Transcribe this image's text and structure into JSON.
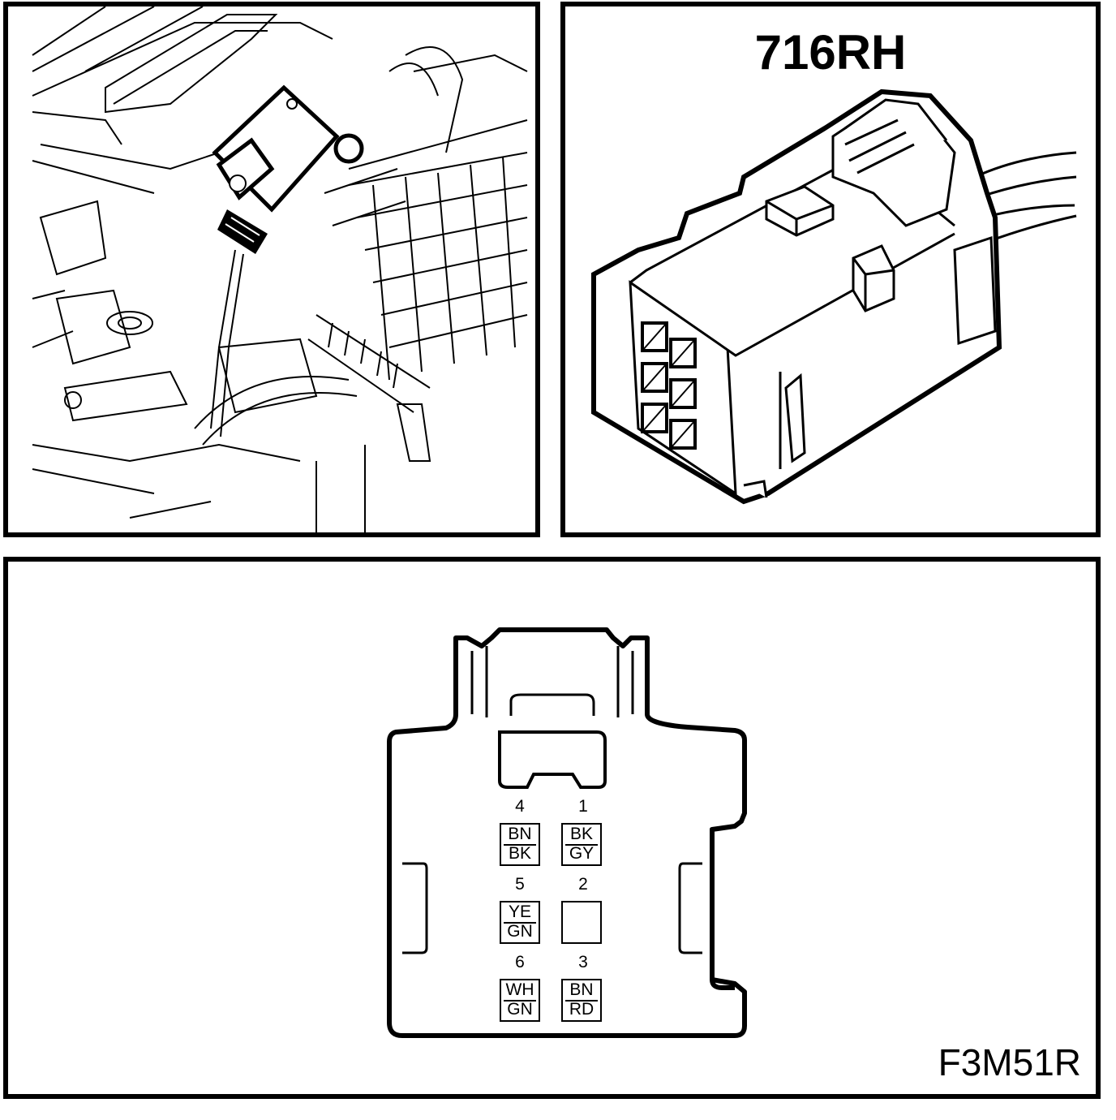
{
  "connector": {
    "name": "716RH",
    "figure_id": "F3M51R"
  },
  "pins": {
    "p4": {
      "number": "4",
      "wire_top": "BN",
      "wire_bottom": "BK"
    },
    "p1": {
      "number": "1",
      "wire_top": "BK",
      "wire_bottom": "GY"
    },
    "p5": {
      "number": "5",
      "wire_top": "YE",
      "wire_bottom": "GN"
    },
    "p2": {
      "number": "2",
      "wire_top": "",
      "wire_bottom": ""
    },
    "p6": {
      "number": "6",
      "wire_top": "WH",
      "wire_bottom": "GN"
    },
    "p3": {
      "number": "3",
      "wire_top": "BN",
      "wire_bottom": "RD"
    }
  }
}
